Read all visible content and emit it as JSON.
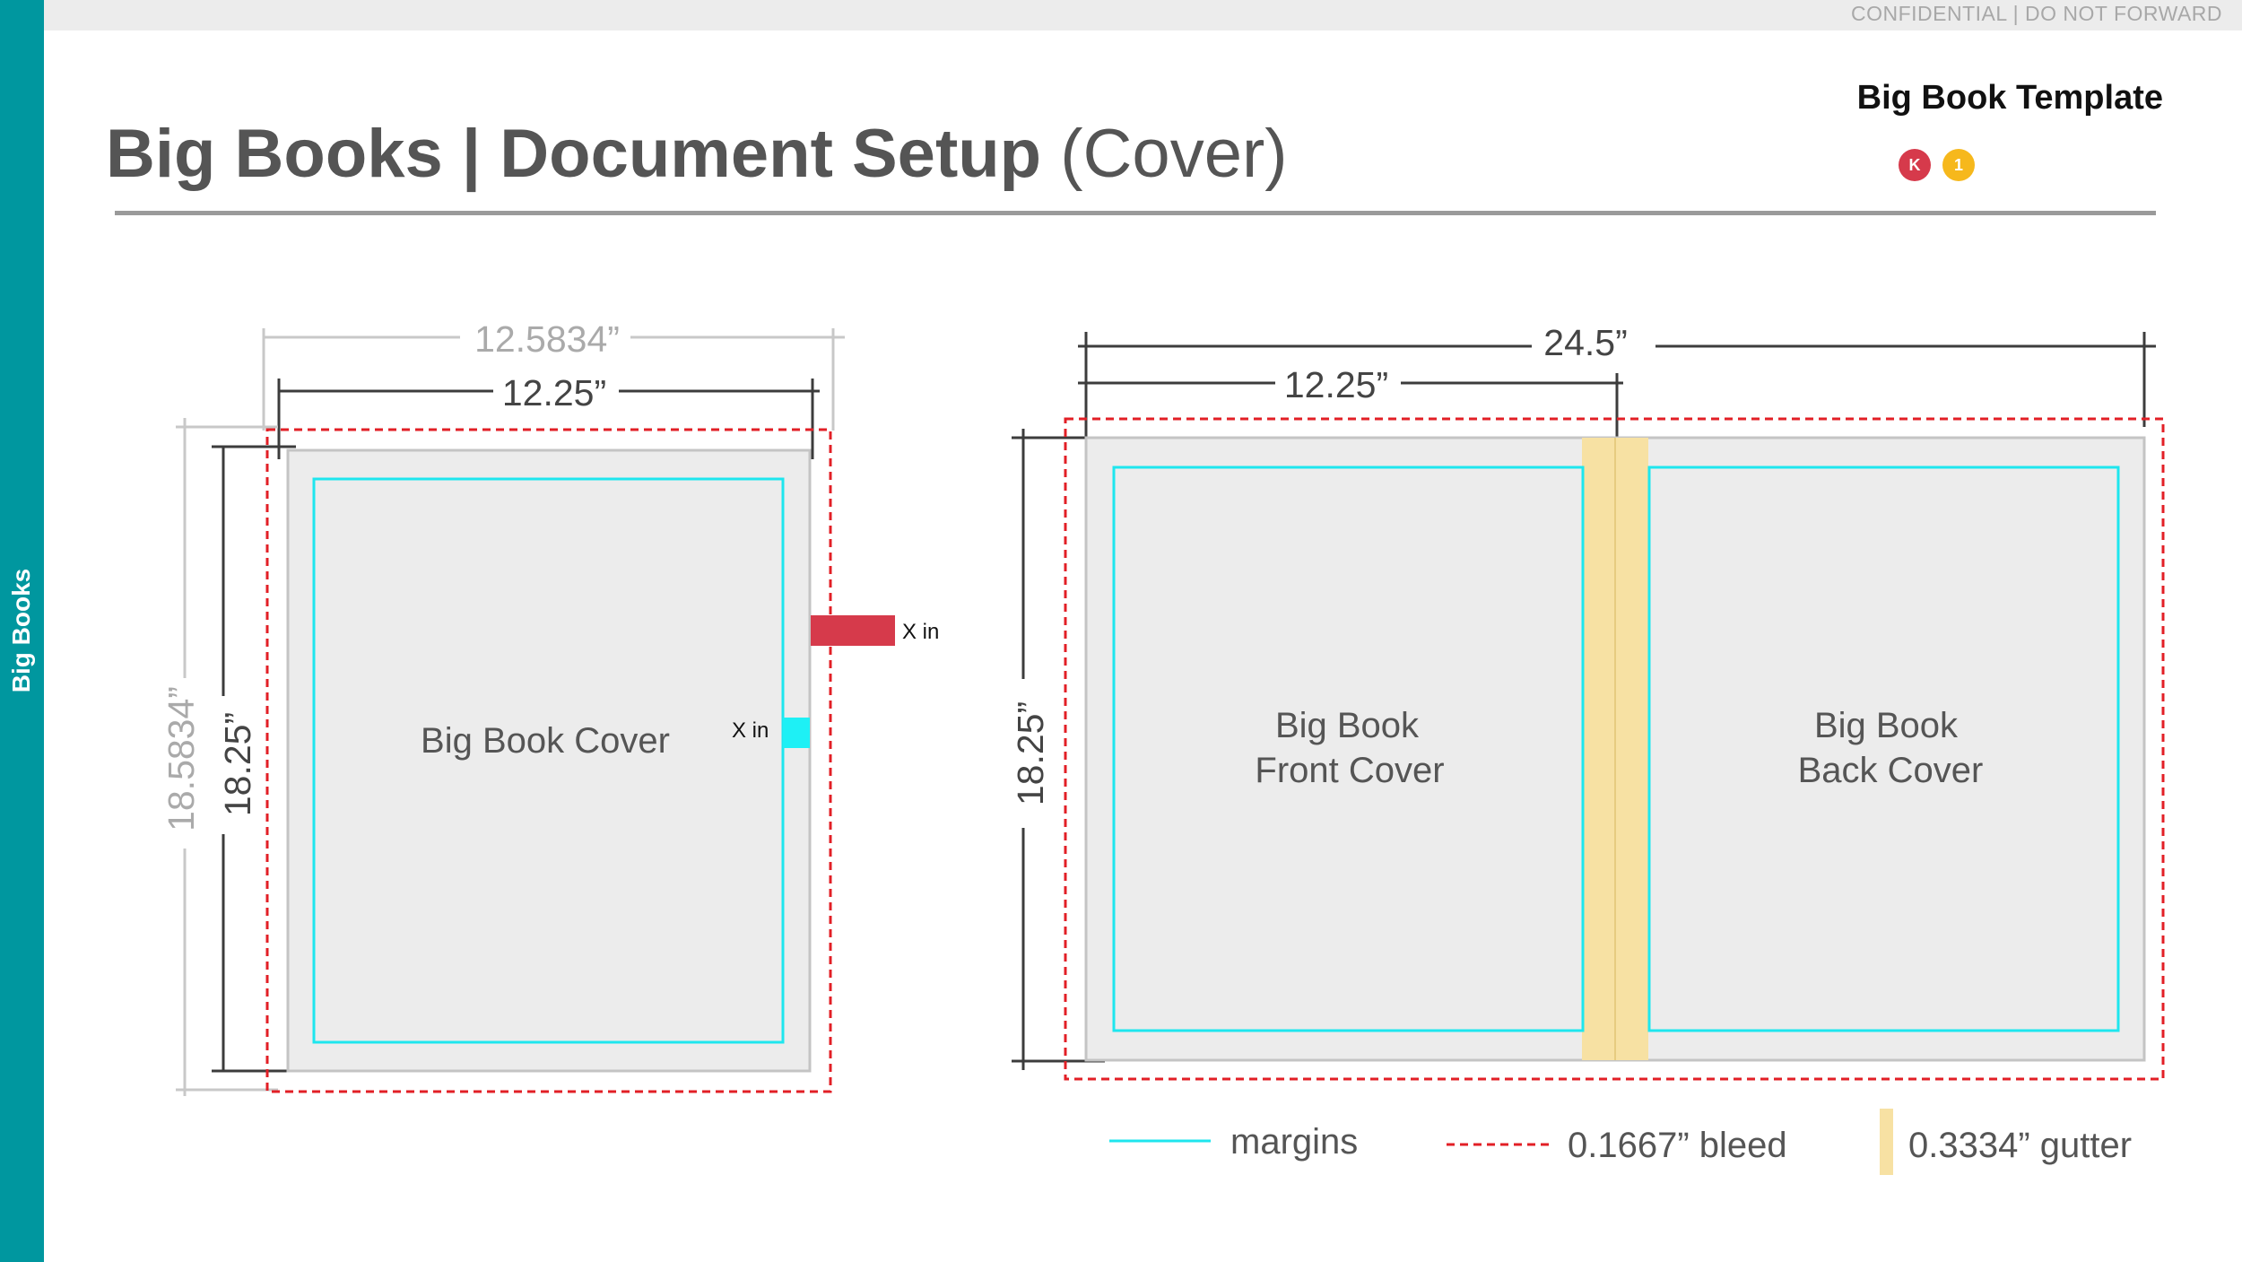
{
  "header": {
    "confidential": "CONFIDENTIAL | DO NOT FORWARD",
    "title_bold": "Big Books | Document Setup",
    "title_light": "(Cover)",
    "template_label": "Big Book Template",
    "badges": [
      "K",
      "1"
    ]
  },
  "sidebar": {
    "label": "Big Books"
  },
  "single_cover": {
    "trim_width": "12.25”",
    "bleed_width": "12.5834”",
    "trim_height": "18.25”",
    "bleed_height": "18.5834”",
    "label": "Big Book Cover",
    "bleed_callout": "X in",
    "margin_callout": "X in"
  },
  "spread": {
    "total_width": "24.5”",
    "half_width": "12.25”",
    "height": "18.25”",
    "front_line1": "Big Book",
    "front_line2": "Front Cover",
    "back_line1": "Big Book",
    "back_line2": "Back Cover"
  },
  "legend": {
    "margins": "margins",
    "bleed": "0.1667” bleed",
    "gutter": "0.3334” gutter"
  },
  "colors": {
    "sidebar": "#00979f",
    "margin_line": "#1ee6ee",
    "bleed_line": "#e21f26",
    "gutter": "#f7e1a3",
    "bleed_callout": "#d63a4b",
    "margin_callout": "#1ef0f5",
    "page_fill": "#ececec"
  }
}
